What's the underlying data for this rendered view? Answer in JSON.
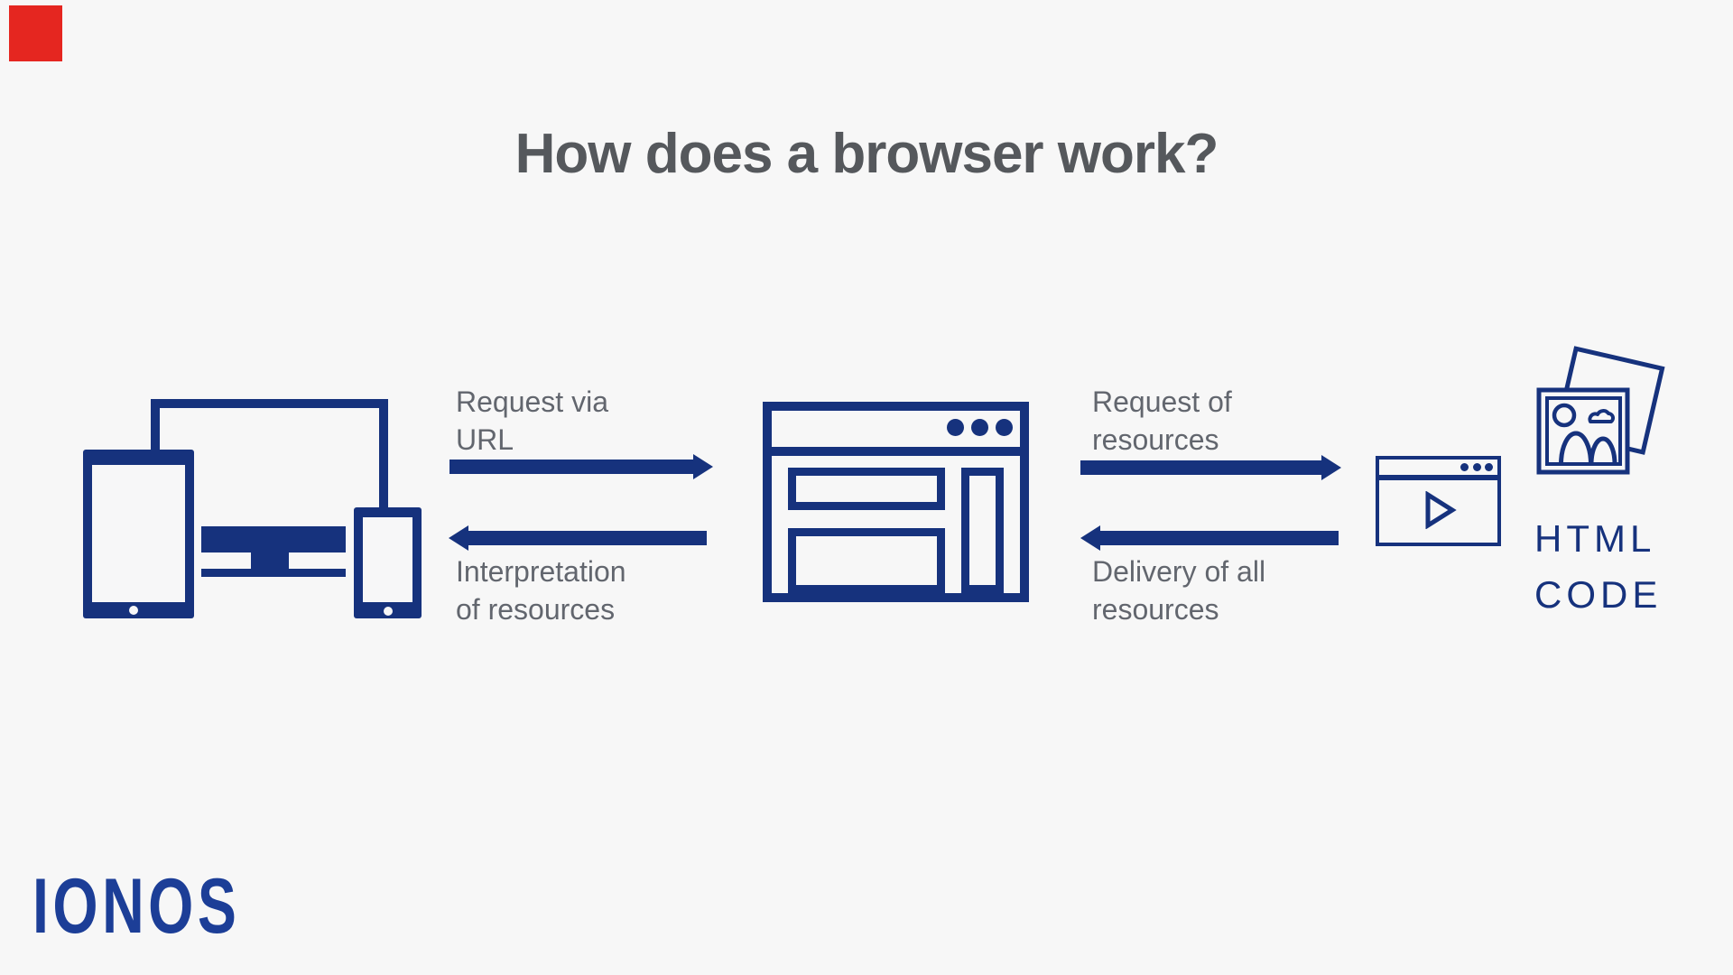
{
  "colors": {
    "background": "#f7f7f7",
    "navy": "#16327d",
    "logo_blue": "#1c3e97",
    "title_gray": "#55585c",
    "label_gray": "#62666e",
    "accent_red": "#e52620",
    "screen_white": "#f7f7f8"
  },
  "header": {
    "title": "How does a browser work?"
  },
  "flow": {
    "request_via_url": {
      "line1": "Request via",
      "line2": "URL"
    },
    "interpretation": {
      "line1": "Interpretation",
      "line2": "of resources"
    },
    "request_resources": {
      "line1": "Request of",
      "line2": "resources"
    },
    "delivery_resources": {
      "line1": "Delivery of all",
      "line2": "resources"
    }
  },
  "output": {
    "line1": "HTML",
    "line2": "CODE"
  },
  "footer": {
    "brand": "IONOS"
  },
  "icons": {
    "left": "devices-icon",
    "center": "browser-window-icon",
    "right_video": "video-window-icon",
    "right_images": "images-icon"
  }
}
